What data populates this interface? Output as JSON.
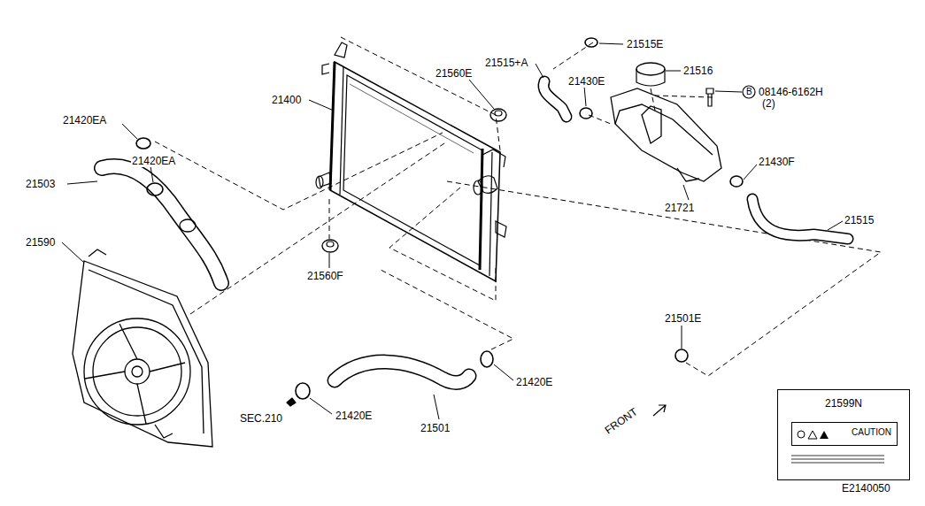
{
  "diagram": {
    "nodes": [
      {
        "text": [
          "21599N"
        ]
      },
      {
        "text": [
          "CAUTION"
        ],
        "in": 0
      }
    ],
    "edges": [],
    "labels": [
      "21515E",
      "21515+A",
      "21560E",
      "21430E",
      "21516",
      "B",
      "08146-6162H",
      "(2)",
      "21400",
      "21420EA",
      "21420EA",
      "21503",
      "21590",
      "21721",
      "21430F",
      "21515",
      "21560F",
      "21501E",
      "21420E",
      "21420E",
      "SEC.210",
      "21501",
      "FRONT",
      "E2140050"
    ]
  }
}
